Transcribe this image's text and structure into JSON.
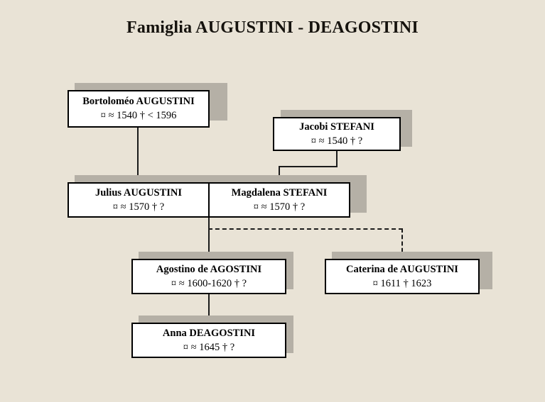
{
  "page": {
    "title": "Famiglia AUGUSTINI - DEAGOSTINI",
    "background_color": "#e9e3d6",
    "box_fill_color": "#ffffff",
    "box_border_color": "#000000",
    "shadow_color": "#b5b0a6",
    "line_color": "#1b1b1b"
  },
  "symbols": {
    "birth": "¤",
    "death": "†",
    "about": "≈"
  },
  "persons": [
    {
      "id": "bortolomeo-augustini",
      "name": "Bortoloméo AUGUSTINI",
      "dates": "¤ ≈ 1540      † < 1596",
      "birth": "≈ 1540",
      "death": "< 1596"
    },
    {
      "id": "jacobi-stefani",
      "name": "Jacobi STEFANI",
      "dates": "¤ ≈ 1540  † ?",
      "birth": "≈ 1540",
      "death": "?"
    },
    {
      "id": "julius-augustini",
      "name": "Julius AUGUSTINI",
      "dates": "¤ ≈ 1570  † ?",
      "birth": "≈ 1570",
      "death": "?"
    },
    {
      "id": "magdalena-stefani",
      "name": "Magdalena STEFANI",
      "dates": "¤ ≈ 1570  † ?",
      "birth": "≈ 1570",
      "death": "?"
    },
    {
      "id": "agostino-de-agostini",
      "name": "Agostino de AGOSTINI",
      "dates": "¤ ≈ 1600-1620  † ?",
      "birth": "≈ 1600-1620",
      "death": "?"
    },
    {
      "id": "caterina-de-augustini",
      "name": "Caterina de AUGUSTINI",
      "dates": "¤ 1611  † 1623",
      "birth": "1611",
      "death": "1623"
    },
    {
      "id": "anna-deagostini",
      "name": "Anna DEAGOSTINI",
      "dates": "¤ ≈  1645 † ?",
      "birth": "≈ 1645",
      "death": "?"
    }
  ]
}
